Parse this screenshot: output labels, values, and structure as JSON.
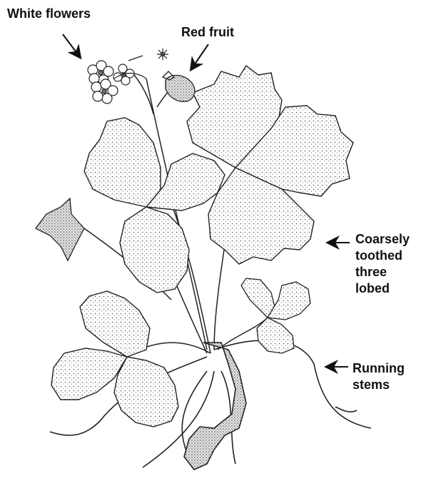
{
  "labels": {
    "white_flowers": "White flowers",
    "red_fruit": "Red fruit",
    "leaves_line1": "Coarsely",
    "leaves_line2": "toothed",
    "leaves_line3": "three",
    "leaves_line4": "lobed",
    "stems_line1": "Running",
    "stems_line2": "stems"
  },
  "colors": {
    "ink": "#1a1a1a",
    "leaf_fill": "#d8d8d8",
    "background": "#ffffff"
  },
  "icons": [
    "arrow-pointer",
    "strawberry-plant-drawing"
  ]
}
